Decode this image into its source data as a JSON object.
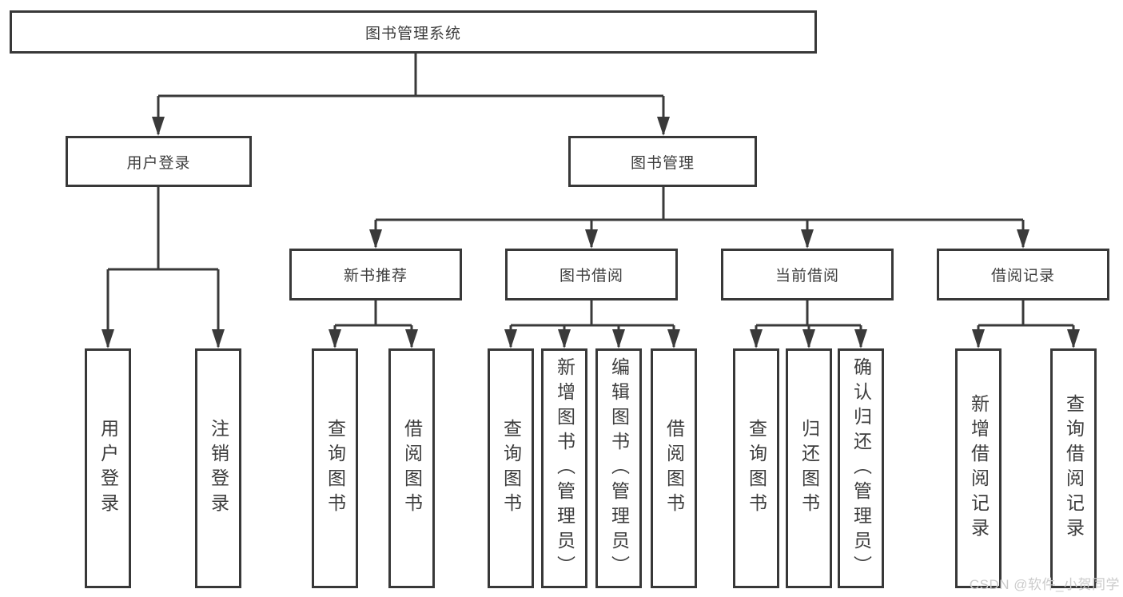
{
  "diagram_type": "hierarchy-tree",
  "tree": {
    "root": {
      "label": "图书管理系统"
    },
    "level2": [
      {
        "label": "用户登录",
        "parent": "图书管理系统"
      },
      {
        "label": "图书管理",
        "parent": "图书管理系统"
      }
    ],
    "level3": [
      {
        "label": "新书推荐",
        "parent": "图书管理"
      },
      {
        "label": "图书借阅",
        "parent": "图书管理"
      },
      {
        "label": "当前借阅",
        "parent": "图书管理"
      },
      {
        "label": "借阅记录",
        "parent": "图书管理"
      }
    ],
    "leaves": [
      {
        "label": "用户登录",
        "parent": "用户登录"
      },
      {
        "label": "注销登录",
        "parent": "用户登录"
      },
      {
        "label": "查询图书",
        "parent": "新书推荐"
      },
      {
        "label": "借阅图书",
        "parent": "新书推荐"
      },
      {
        "label": "查询图书",
        "parent": "图书借阅"
      },
      {
        "label": "新增图书（管理员）",
        "parent": "图书借阅"
      },
      {
        "label": "编辑图书（管理员）",
        "parent": "图书借阅"
      },
      {
        "label": "借阅图书",
        "parent": "图书借阅"
      },
      {
        "label": "查询图书",
        "parent": "当前借阅"
      },
      {
        "label": "归还图书",
        "parent": "当前借阅"
      },
      {
        "label": "确认归还（管理员）",
        "parent": "当前借阅"
      },
      {
        "label": "新增借阅记录",
        "parent": "借阅记录"
      },
      {
        "label": "查询借阅记录",
        "parent": "借阅记录"
      }
    ]
  },
  "watermark": {
    "text": "CSDN @软件_小贺同学"
  },
  "colors": {
    "background": "#ffffff",
    "box_border": "#383838",
    "line": "#3a3a3a",
    "text": "#3d3d3d",
    "watermark": "#cbcbcb"
  }
}
